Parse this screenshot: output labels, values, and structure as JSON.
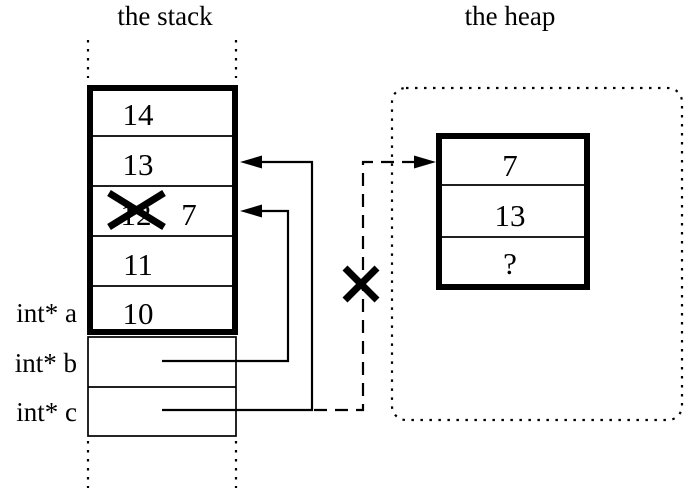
{
  "colors": {
    "ink": "#000000",
    "paper": "#ffffff"
  },
  "stack": {
    "title": "the stack",
    "cells": [
      {
        "value": "14"
      },
      {
        "value": "13"
      },
      {
        "value": "12",
        "crossed_out": true,
        "replacement": "7"
      },
      {
        "value": "11"
      },
      {
        "value": "10"
      }
    ],
    "pointer_slots": [
      {
        "label": "int* a"
      },
      {
        "label": "int* b"
      },
      {
        "label": "int* c"
      }
    ]
  },
  "heap": {
    "title": "the heap",
    "cells": [
      {
        "value": "7"
      },
      {
        "value": "13"
      },
      {
        "value": "?"
      }
    ]
  }
}
